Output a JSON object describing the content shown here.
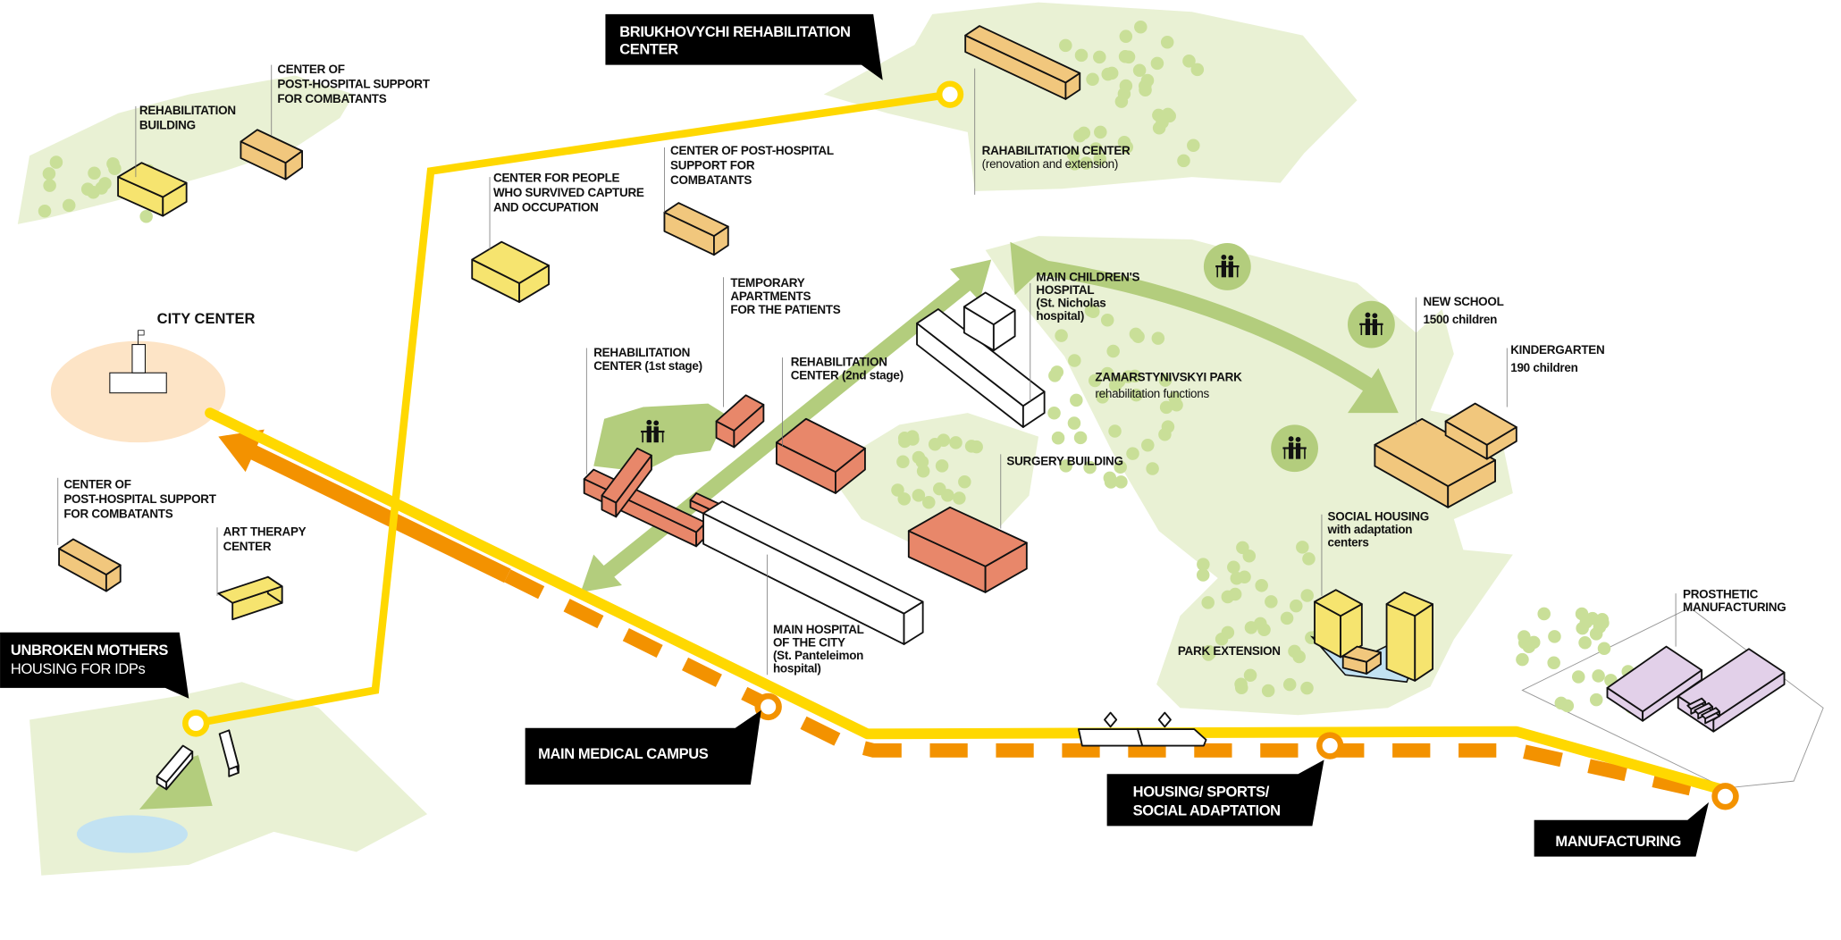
{
  "colors": {
    "park": "#e9f1d4",
    "park_dark": "#b3cd7d",
    "tree": "#c9df98",
    "route_yellow": "#ffd800",
    "route_orange": "#f39200",
    "building_orange": "#e8876a",
    "building_yellow": "#f6e46f",
    "building_tan": "#f1c77d",
    "building_lilac": "#e2d0e9",
    "water": "#c2e2f2",
    "city_center": "#fde4c6",
    "callout_bg": "#000000"
  },
  "callouts": {
    "briukhovychi": {
      "line1": "BRIUKHOVYCHI REHABILITATION",
      "line2": "CENTER"
    },
    "unbroken": {
      "line1": "UNBROKEN MOTHERS",
      "line2": "HOUSING FOR IDPs"
    },
    "campus": {
      "line1": "MAIN MEDICAL CAMPUS"
    },
    "housing": {
      "line1": "HOUSING/ SPORTS/",
      "line2": "SOCIAL ADAPTATION"
    },
    "manufacturing": {
      "line1": "MANUFACTURING"
    }
  },
  "labels": {
    "rehab_building": [
      "REHABILITATION",
      "BUILDING"
    ],
    "post_hospital_top": [
      "CENTER OF",
      "POST-HOSPITAL SUPPORT",
      "FOR COMBATANTS"
    ],
    "capture_center": [
      "CENTER FOR PEOPLE",
      "WHO SURVIVED CAPTURE",
      "AND OCCUPATION"
    ],
    "post_hospital_mid": [
      "CENTER OF POST-HOSPITAL",
      "SUPPORT FOR",
      "COMBATANTS"
    ],
    "city_center": "CITY CENTER",
    "temp_apartments": [
      "TEMPORARY",
      "APARTMENTS",
      "FOR THE PATIENTS"
    ],
    "rehab_1st": [
      "REHABILITATION",
      "CENTER (1st stage)"
    ],
    "rehab_2nd": [
      "REHABILITATION",
      "CENTER (2nd stage)"
    ],
    "briukh_rehab": [
      "RAHABILITATION CENTER",
      "(renovation and extension)"
    ],
    "childrens_hospital": [
      "MAIN CHILDREN'S",
      "HOSPITAL",
      "(St. Nicholas",
      "hospital)"
    ],
    "park": [
      "ZAMARSTYNIVSKYI PARK",
      "rehabilitation functions"
    ],
    "new_school": [
      "NEW SCHOOL",
      "1500 children"
    ],
    "kindergarten": [
      "KINDERGARTEN",
      "190 children"
    ],
    "surgery": "SURGERY BUILDING",
    "post_hospital_low": [
      "CENTER OF",
      "POST-HOSPITAL SUPPORT",
      "FOR COMBATANTS"
    ],
    "art_therapy": [
      "ART THERAPY",
      "CENTER"
    ],
    "main_hospital": [
      "MAIN HOSPITAL",
      "OF THE CITY",
      "(St. Panteleimon",
      "hospital)"
    ],
    "social_housing": [
      "SOCIAL HOUSING",
      "with adaptation",
      "centers"
    ],
    "park_extension": "PARK EXTENSION",
    "prosthetic": [
      "PROSTHETIC",
      "MANUFACTURING"
    ]
  },
  "icons": [
    "people-at-table-icon",
    "flag-icon",
    "diamond-marker-icon"
  ]
}
